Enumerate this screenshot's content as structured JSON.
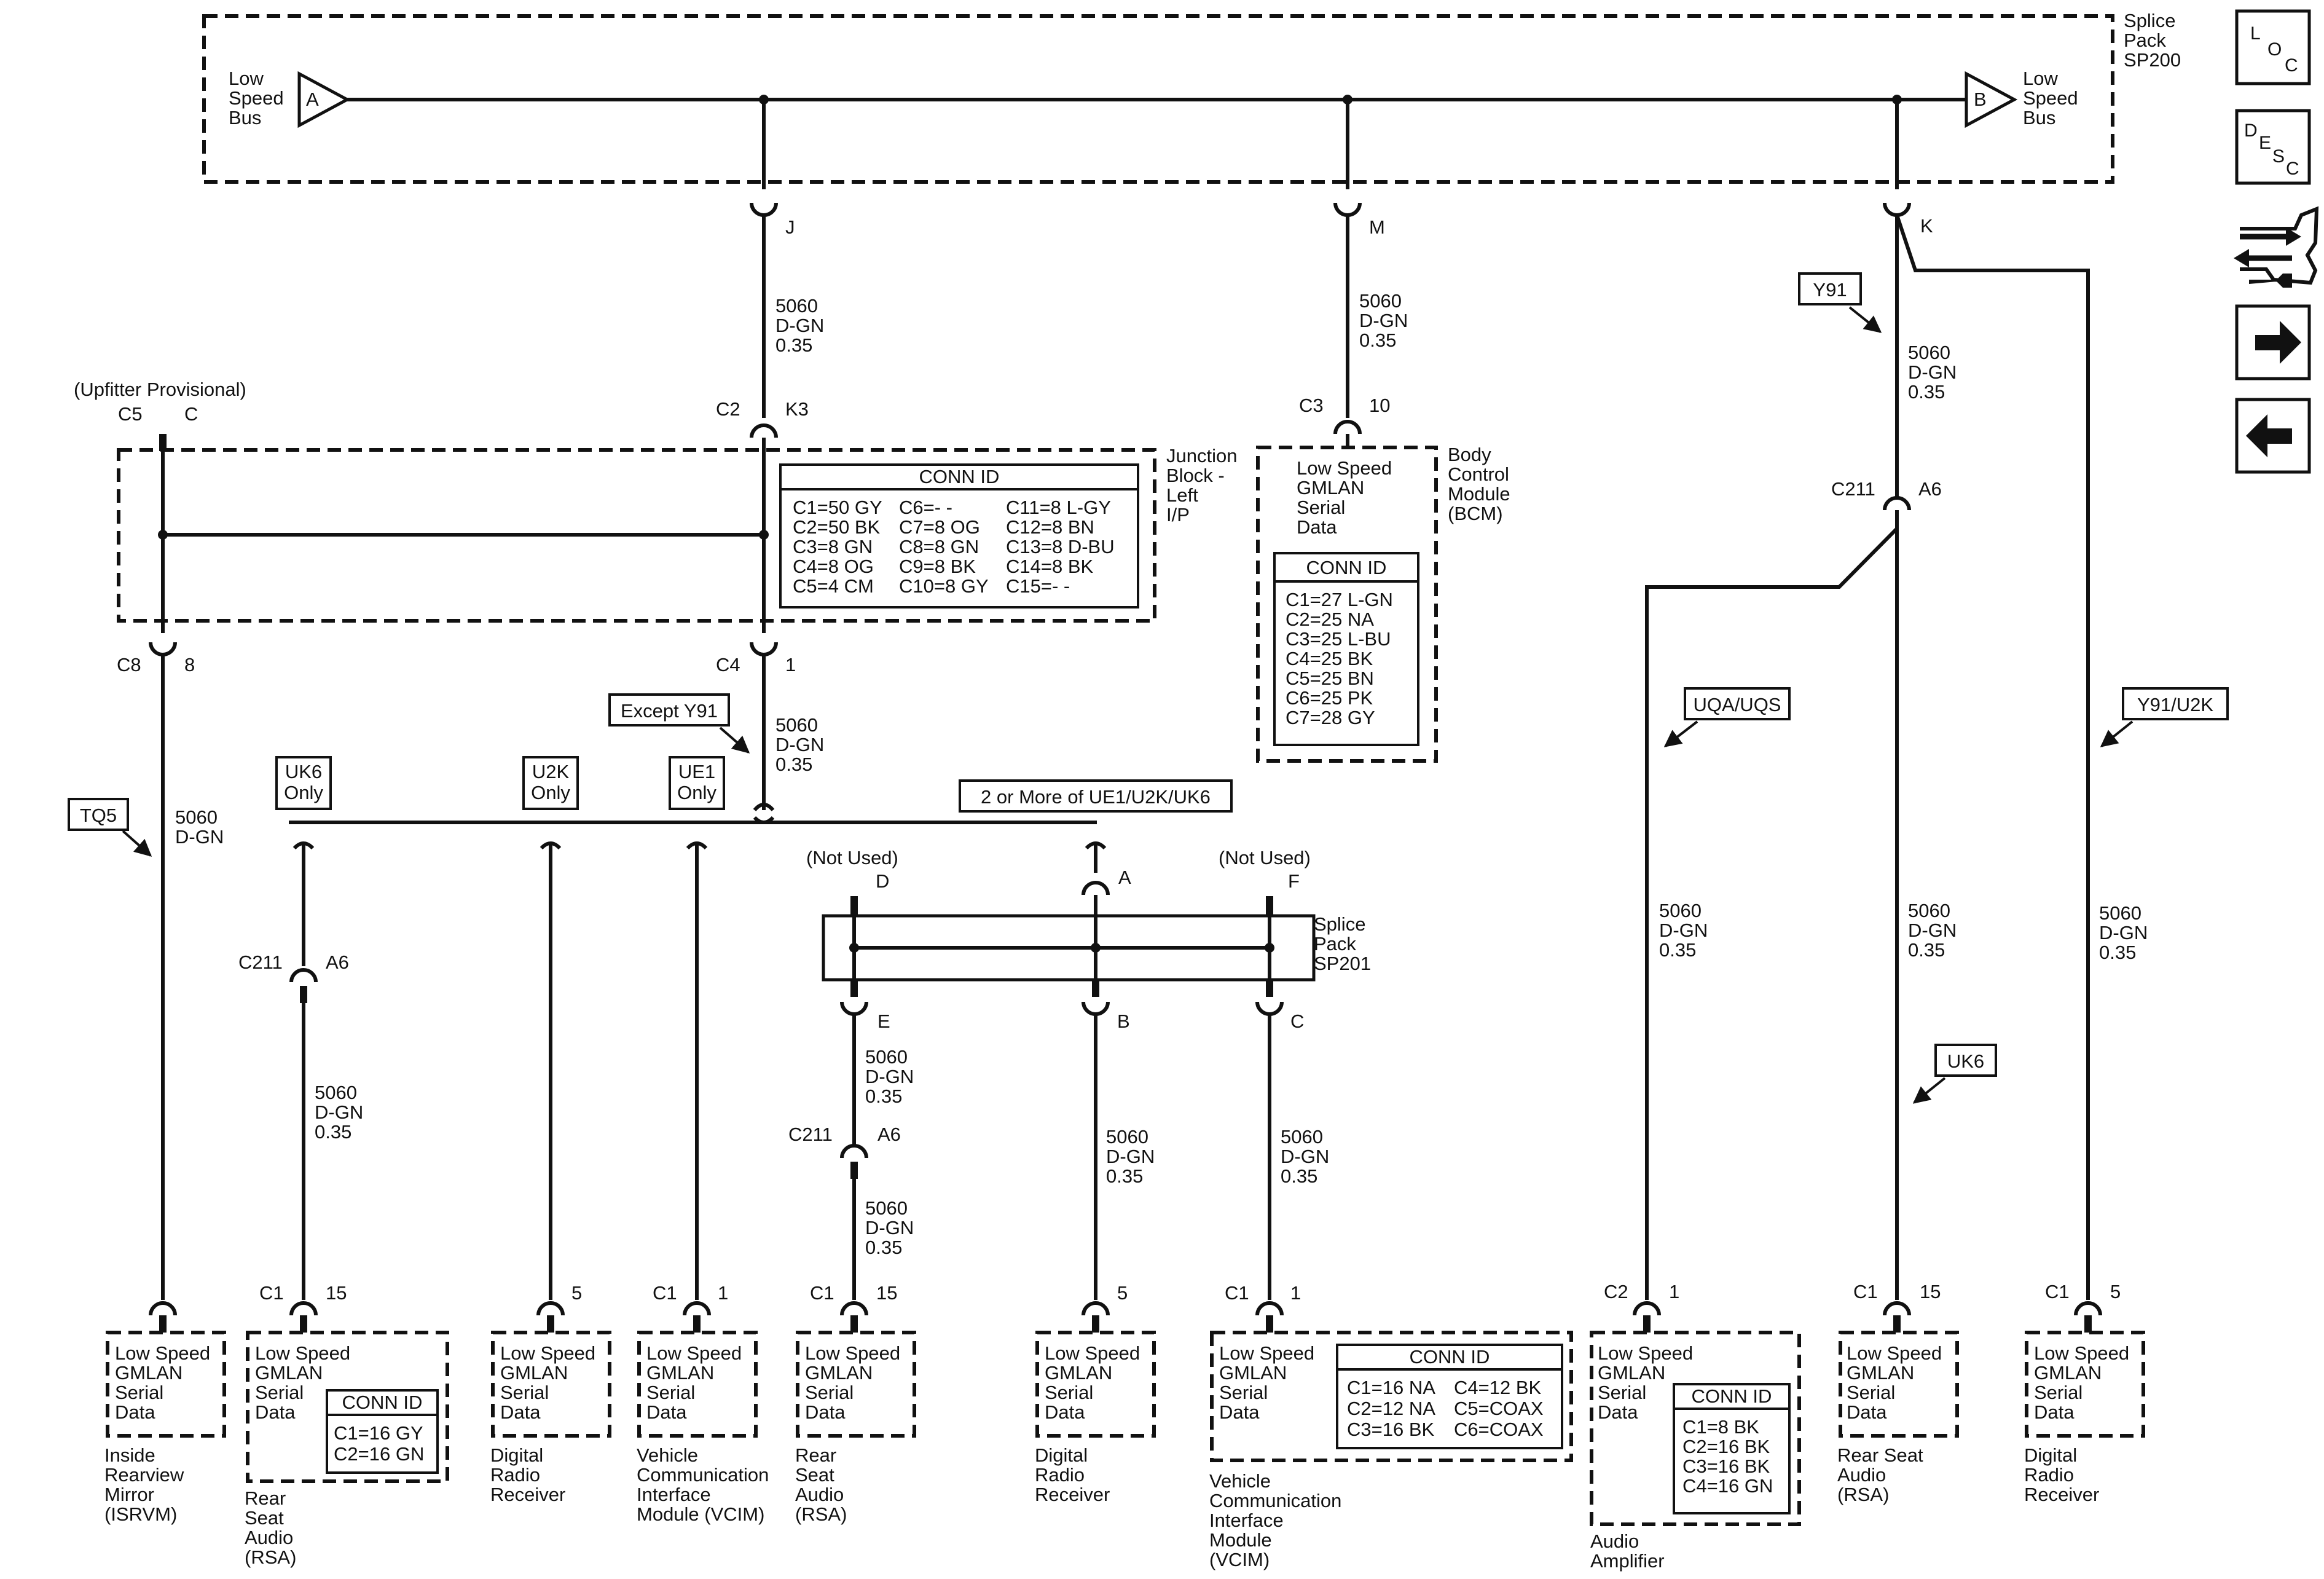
{
  "top": {
    "splice_pack": [
      "Splice",
      "Pack",
      "SP200"
    ],
    "bus_a_letter": "A",
    "bus_b_letter": "B",
    "low_speed_bus": [
      "Low",
      "Speed",
      "Bus"
    ],
    "pin_j": "J",
    "pin_m": "M",
    "pin_k": "K"
  },
  "icons": {
    "loc": [
      "L",
      "O",
      "C"
    ],
    "desc": [
      "D",
      "E",
      "S",
      "C"
    ]
  },
  "wire": [
    "5060",
    "D-GN",
    "0.35"
  ],
  "wire2": [
    "5060",
    "D-GN"
  ],
  "lsgmlan": [
    "Low Speed",
    "GMLAN",
    "Serial",
    "Data"
  ],
  "lsgmlan_low": [
    "Low Speed",
    "GMLAN",
    "Serial",
    "Data"
  ],
  "upfitter": {
    "label": "(Upfitter Provisional)",
    "c5": "C5",
    "c": "C",
    "c8": "C8",
    "pin8": "8"
  },
  "junction": {
    "c2": "C2",
    "k3": "K3",
    "c4": "C4",
    "pin1": "1",
    "name": [
      "Junction",
      "Block -",
      "Left",
      "I/P"
    ],
    "conn_title": "CONN ID",
    "conn_rows": [
      [
        "C1=50 GY",
        "C6=- -",
        "C11=8 L-GY"
      ],
      [
        "C2=50 BK",
        "C7=8 OG",
        "C12=8 BN"
      ],
      [
        "C3=8 GN",
        "C8=8 GN",
        "C13=8 D-BU"
      ],
      [
        "C4=8 OG",
        "C9=8 BK",
        "C14=8 BK"
      ],
      [
        "C5=4 CM",
        "C10=8 GY",
        "C15=- -"
      ]
    ]
  },
  "bcm": {
    "c3": "C3",
    "pin10": "10",
    "name": [
      "Body",
      "Control",
      "Module",
      "(BCM)"
    ],
    "conn_title": "CONN ID",
    "conn_rows": [
      "C1=27 L-GN",
      "C2=25 NA",
      "C3=25 L-BU",
      "C4=25 BK",
      "C5=25 BN",
      "C6=25 PK",
      "C7=28 GY"
    ]
  },
  "options": {
    "y91": "Y91",
    "except_y91": "Except Y91",
    "tq5": "TQ5",
    "uk6_only": [
      "UK6",
      "Only"
    ],
    "u2k_only": [
      "U2K",
      "Only"
    ],
    "ue1_only": [
      "UE1",
      "Only"
    ],
    "two_or_more": "2 or More of UE1/U2K/UK6",
    "uqa_uqs": "UQA/UQS",
    "y91_u2k": "Y91/U2K",
    "uk6": "UK6"
  },
  "c211": {
    "name": "C211",
    "pin": "A6"
  },
  "sp201": {
    "name": [
      "Splice",
      "Pack",
      "SP201"
    ],
    "not_used": "(Not Used)",
    "pin_a": "A",
    "pin_b": "B",
    "pin_c": "C",
    "pin_d": "D",
    "pin_e": "E",
    "pin_f": "F"
  },
  "bottom": {
    "isrvm": {
      "name": [
        "Inside",
        "Rearview",
        "Mirror",
        "(ISRVM)"
      ]
    },
    "rsa1": {
      "conn": "C1",
      "pin": "15",
      "name": [
        "Rear",
        "Seat",
        "Audio",
        "(RSA)"
      ],
      "conn_title": "CONN ID",
      "conn_rows": [
        "C1=16 GY",
        "C2=16 GN"
      ]
    },
    "drr1": {
      "pin": "5",
      "name": [
        "Digital",
        "Radio",
        "Receiver"
      ]
    },
    "vcim1": {
      "conn": "C1",
      "pin": "1",
      "name": [
        "Vehicle",
        "Communication",
        "Interface",
        "Module (VCIM)"
      ]
    },
    "rsa2": {
      "conn": "C1",
      "pin": "15",
      "name": [
        "Rear",
        "Seat",
        "Audio",
        "(RSA)"
      ]
    },
    "drr2": {
      "pin": "5",
      "name": [
        "Digital",
        "Radio",
        "Receiver"
      ]
    },
    "vcim2": {
      "conn": "C1",
      "pin": "1",
      "name": [
        "Vehicle",
        "Communication",
        "Interface",
        "Module",
        "(VCIM)"
      ],
      "conn_title": "CONN ID",
      "conn_rows": [
        [
          "C1=16 NA",
          "C4=12 BK"
        ],
        [
          "C2=12 NA",
          "C5=COAX"
        ],
        [
          "C3=16 BK",
          "C6=COAX"
        ]
      ]
    },
    "amp": {
      "conn": "C2",
      "pin": "1",
      "name": [
        "Audio",
        "Amplifier"
      ],
      "conn_title": "CONN ID",
      "conn_rows": [
        "C1=8 BK",
        "C2=16 BK",
        "C3=16 BK",
        "C4=16 GN"
      ]
    },
    "rsa3": {
      "conn": "C1",
      "pin": "15",
      "name": [
        "Rear Seat",
        "Audio",
        "(RSA)"
      ]
    },
    "drr3": {
      "conn": "C1",
      "pin": "5",
      "name": [
        "Digital",
        "Radio",
        "Receiver"
      ]
    }
  }
}
